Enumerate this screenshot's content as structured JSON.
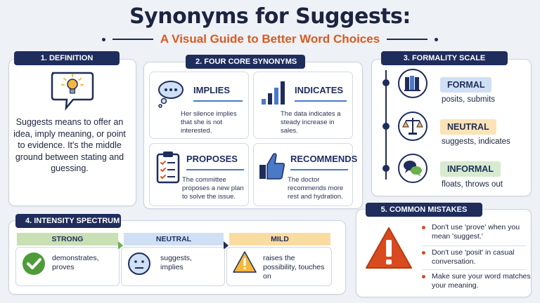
{
  "header": {
    "title": "Synonyms for Suggests:",
    "subtitle": "A Visual Guide to Better Word Choices"
  },
  "definition": {
    "tag": "1. DEFINITION",
    "text": "Suggests means to offer an idea, imply meaning, or point to evidence. It's the middle ground between stating and guessing.",
    "icon": "lightbulb-speech-icon"
  },
  "synonyms": {
    "tag": "2. FOUR CORE SYNONYMS",
    "cards": [
      {
        "word": "IMPLIES",
        "example": "Her silence implies that she is not interested.",
        "icon": "thought-bubble-icon"
      },
      {
        "word": "INDICATES",
        "example": "The data indicates a steady increase in sales.",
        "icon": "bar-chart-icon"
      },
      {
        "word": "PROPOSES",
        "example": "The committee proposes a new plan to solve the issue.",
        "icon": "clipboard-checklist-icon"
      },
      {
        "word": "RECOMMENDS",
        "example": "The doctor recommends more rest and hydration.",
        "icon": "thumbs-up-icon"
      }
    ]
  },
  "formality": {
    "tag": "3. FORMALITY SCALE",
    "levels": [
      {
        "label": "FORMAL",
        "words": "posits, submits",
        "color": "#cfe0f5",
        "icon": "books-icon"
      },
      {
        "label": "NEUTRAL",
        "words": "suggests, indicates",
        "color": "#fbe3b8",
        "icon": "scales-icon"
      },
      {
        "label": "INFORMAL",
        "words": "floats, throws out",
        "color": "#d6ebcf",
        "icon": "chat-bubbles-icon"
      }
    ]
  },
  "intensity": {
    "tag": "4. INTENSITY SPECTRUM",
    "levels": [
      {
        "label": "STRONG",
        "words": "demonstrates, proves",
        "color": "#c8e0b4",
        "icon": "check-circle-icon"
      },
      {
        "label": "NEUTRAL",
        "words": "suggests, implies",
        "color": "#cfe0f5",
        "icon": "neutral-face-icon"
      },
      {
        "label": "MILD",
        "words": "raises the possibility, touches on",
        "color": "#fbdca0",
        "icon": "warning-triangle-icon"
      }
    ]
  },
  "mistakes": {
    "tag": "5. COMMON MISTAKES",
    "icon": "warning-icon",
    "items": [
      "Don't use 'prove' when you mean 'suggest.'",
      "Don't use 'posit' in casual conversation.",
      "Make sure your word matches your meaning."
    ]
  }
}
